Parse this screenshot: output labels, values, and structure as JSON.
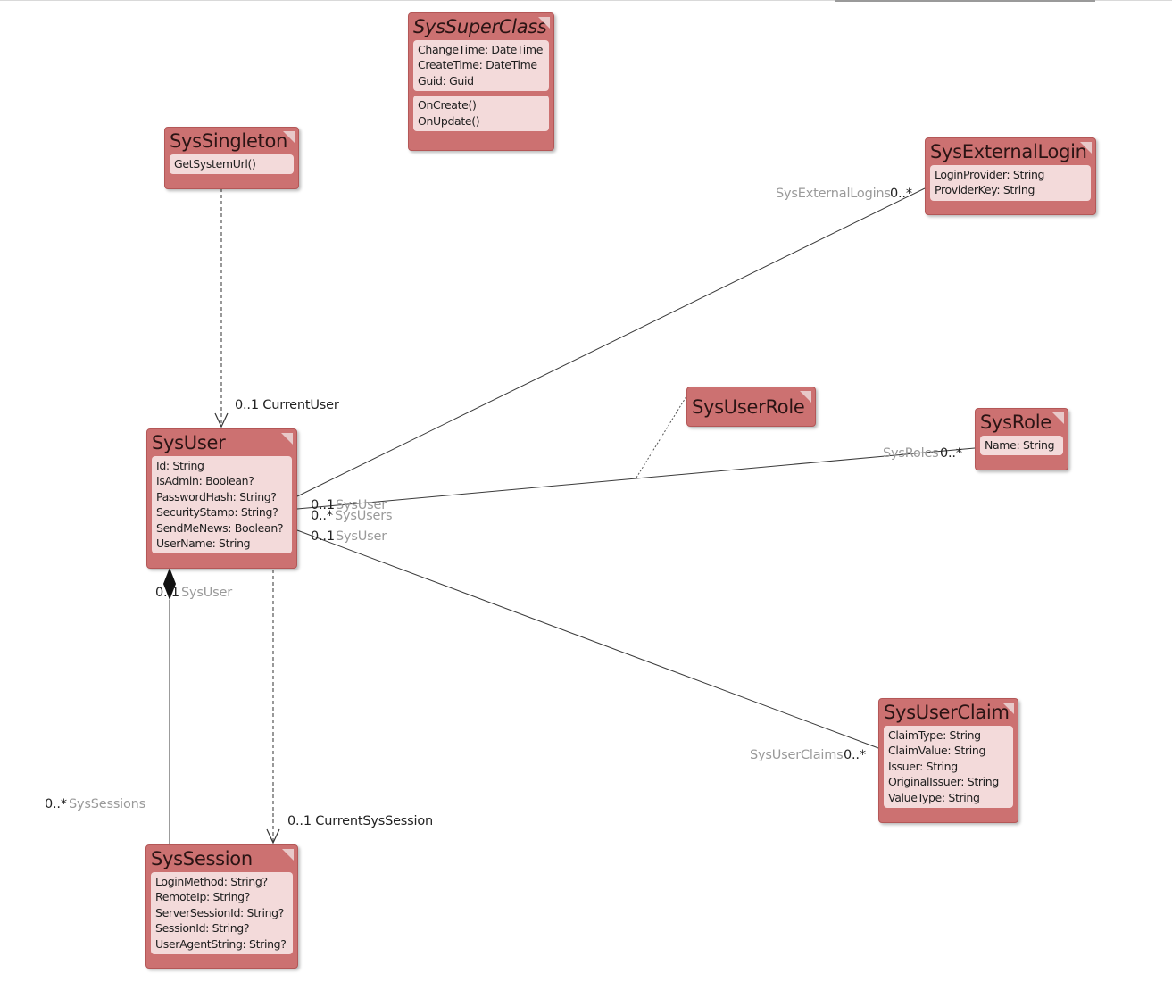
{
  "classes": {
    "super": {
      "name": "SysSuperClass",
      "attributes": [
        "ChangeTime: DateTime",
        "CreateTime: DateTime",
        "Guid: Guid"
      ],
      "operations": [
        "OnCreate()",
        "OnUpdate()"
      ]
    },
    "singleton": {
      "name": "SysSingleton",
      "operations": [
        "GetSystemUrl()"
      ]
    },
    "extlogin": {
      "name": "SysExternalLogin",
      "attributes": [
        "LoginProvider: String",
        "ProviderKey: String"
      ]
    },
    "userrole": {
      "name": "SysUserRole"
    },
    "role": {
      "name": "SysRole",
      "attributes": [
        "Name: String"
      ]
    },
    "user": {
      "name": "SysUser",
      "attributes": [
        "Id: String",
        "IsAdmin: Boolean?",
        "PasswordHash: String?",
        "SecurityStamp: String?",
        "SendMeNews: Boolean?",
        "UserName: String"
      ]
    },
    "claim": {
      "name": "SysUserClaim",
      "attributes": [
        "ClaimType: String",
        "ClaimValue: String",
        "Issuer: String",
        "OriginalIssuer: String",
        "ValueType: String"
      ]
    },
    "session": {
      "name": "SysSession",
      "attributes": [
        "LoginMethod: String?",
        "RemoteIp: String?",
        "ServerSessionId: String?",
        "SessionId: String?",
        "UserAgentString: String?"
      ]
    }
  },
  "labels": {
    "current_user": "0..1 CurrentUser",
    "ext_logins_role": "SysExternalLogins",
    "ext_logins_mult": "0..*",
    "roles_role": "SysRoles",
    "roles_mult": "0..*",
    "user_mult_a": "0..1",
    "user_role_a": "SysUser",
    "users_mult": "0..*",
    "users_role": "SysUsers",
    "user_mult_b": "0..1",
    "user_role_b": "SysUser",
    "comp_mult": "0..1",
    "comp_role": "SysUser",
    "claims_role": "SysUserClaims",
    "claims_mult": "0..*",
    "sessions_mult": "0..*",
    "sessions_role": "SysSessions",
    "current_session": "0..1 CurrentSysSession"
  },
  "colors": {
    "class_fill": "#cc7171",
    "compartment_fill": "#f3dada",
    "line": "#3a3a3a",
    "role_text": "#9a9a9a"
  }
}
